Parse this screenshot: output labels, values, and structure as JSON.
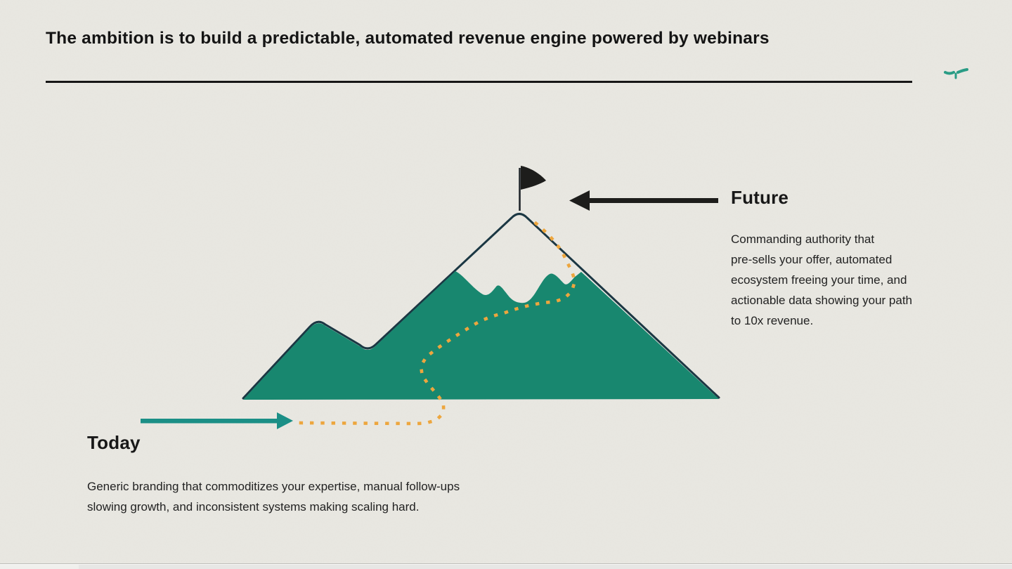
{
  "slide": {
    "title": "The ambition is to build a predictable, automated revenue engine powered by webinars"
  },
  "future": {
    "heading": "Future",
    "body_lines": [
      "Commanding authority that",
      "pre-sells your offer, automated",
      "ecosystem freeing your time, and",
      "actionable data showing your path",
      "to 10x revenue."
    ]
  },
  "today": {
    "heading": "Today",
    "body_lines": [
      "Generic branding that commoditizes your expertise, manual follow-ups",
      "slowing growth, and inconsistent systems making scaling hard."
    ]
  },
  "diagram": {
    "icons": {
      "mountain": "teal-mountain-with-snowcap",
      "flag": "black-pennant-flag-on-peak",
      "trail": "orange-dotted-climbing-trail",
      "future_arrow": "black-arrow-pointing-left-at-peak",
      "today_arrow": "teal-arrow-pointing-right-at-base",
      "logo_mark": "teal-partial-logo-mark-top-right"
    }
  },
  "colors": {
    "background": "#e9e8e2",
    "mountain_teal": "#18876f",
    "outline_dark": "#1b3743",
    "trail_orange": "#eda63e",
    "arrow_black": "#1d1d1b",
    "arrow_teal": "#1b8f86",
    "logo_teal": "#2a9c85",
    "text_dark": "#181818"
  }
}
